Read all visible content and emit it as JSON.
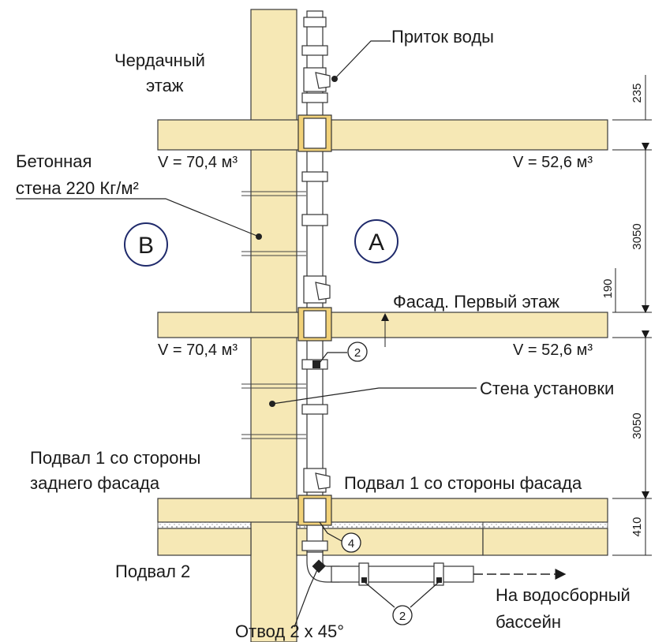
{
  "labels": {
    "attic_line1": "Чердачный",
    "attic_line2": "этаж",
    "water_inflow": "Приток воды",
    "concrete_wall_line1": "Бетонная",
    "concrete_wall_line2": "стена 220 Кг/м²",
    "vol_b_upper": "V = 70,4 м³",
    "vol_a_upper": "V = 52,6 м³",
    "vol_b_lower": "V = 70,4 м³",
    "vol_a_lower": "V = 52,6 м³",
    "zone_b": "B",
    "zone_a": "A",
    "facade_first_floor": "Фасад. Первый этаж",
    "installation_wall": "Стена установки",
    "basement1_rear_line1": "Подвал 1 со стороны",
    "basement1_rear_line2": "заднего фасада",
    "basement1_front": "Подвал 1 со стороны фасада",
    "basement2": "Подвал  2",
    "elbow": "Отвод 2 x 45°",
    "drain_line1": "На водосборный",
    "drain_line2": "бассейн",
    "callout_2a": "2",
    "callout_2b": "2",
    "callout_4": "4"
  },
  "dimensions": {
    "d235": "235",
    "d3050_upper": "3050",
    "d190": "190",
    "d3050_lower": "3050",
    "d410": "410"
  },
  "colors": {
    "slab": "#f6e8b5",
    "slab_stroke": "#3a3a3a",
    "pipe": "#ffffff",
    "line": "#1a1a1a",
    "circle_stroke": "#1f2a6b"
  }
}
